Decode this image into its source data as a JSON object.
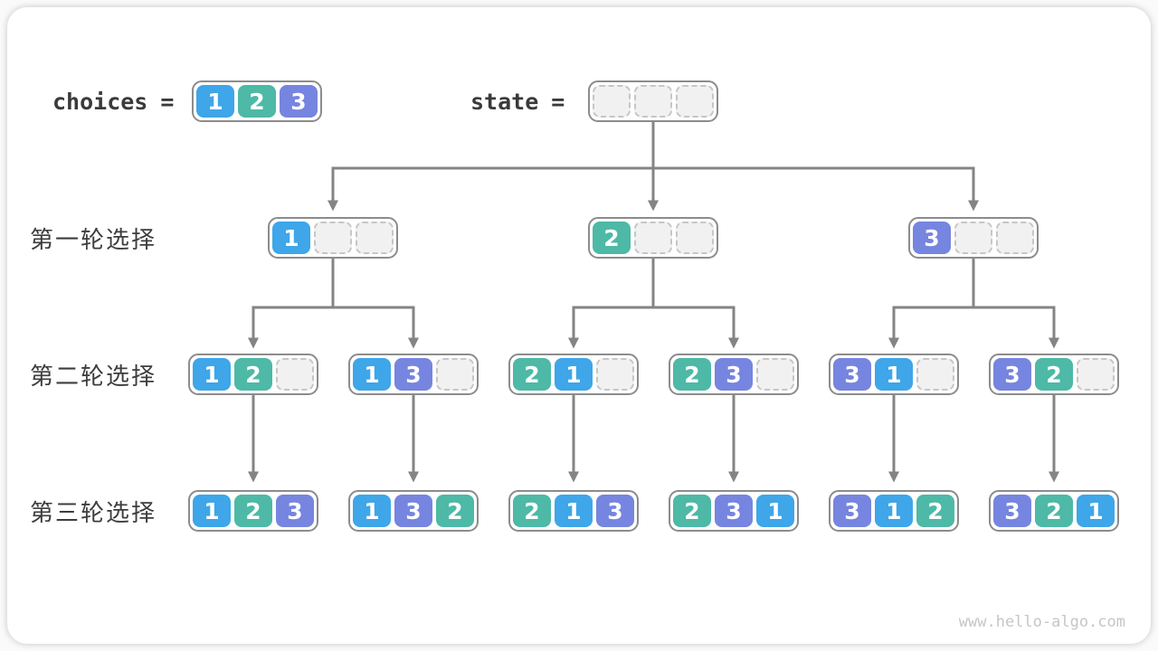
{
  "header": {
    "choices_label": "choices",
    "equals_sign": "=",
    "choices_values": [
      1,
      2,
      3
    ],
    "state_values": [
      null,
      null,
      null
    ],
    "state_label": "state"
  },
  "rows": [
    {
      "label": "第一轮选择",
      "nodes": [
        [
          1,
          null,
          null
        ],
        [
          2,
          null,
          null
        ],
        [
          3,
          null,
          null
        ]
      ]
    },
    {
      "label": "第二轮选择",
      "nodes": [
        [
          1,
          2,
          null
        ],
        [
          1,
          3,
          null
        ],
        [
          2,
          1,
          null
        ],
        [
          2,
          3,
          null
        ],
        [
          3,
          1,
          null
        ],
        [
          3,
          2,
          null
        ]
      ]
    },
    {
      "label": "第三轮选择",
      "nodes": [
        [
          1,
          2,
          3
        ],
        [
          1,
          3,
          2
        ],
        [
          2,
          1,
          3
        ],
        [
          2,
          3,
          1
        ],
        [
          3,
          1,
          2
        ],
        [
          3,
          2,
          1
        ]
      ]
    }
  ],
  "colors": {
    "value_1": "#3EA6E9",
    "value_2": "#4DB9A6",
    "value_3": "#7685DF",
    "connector": "#848484"
  },
  "watermark": "www.hello-algo.com"
}
